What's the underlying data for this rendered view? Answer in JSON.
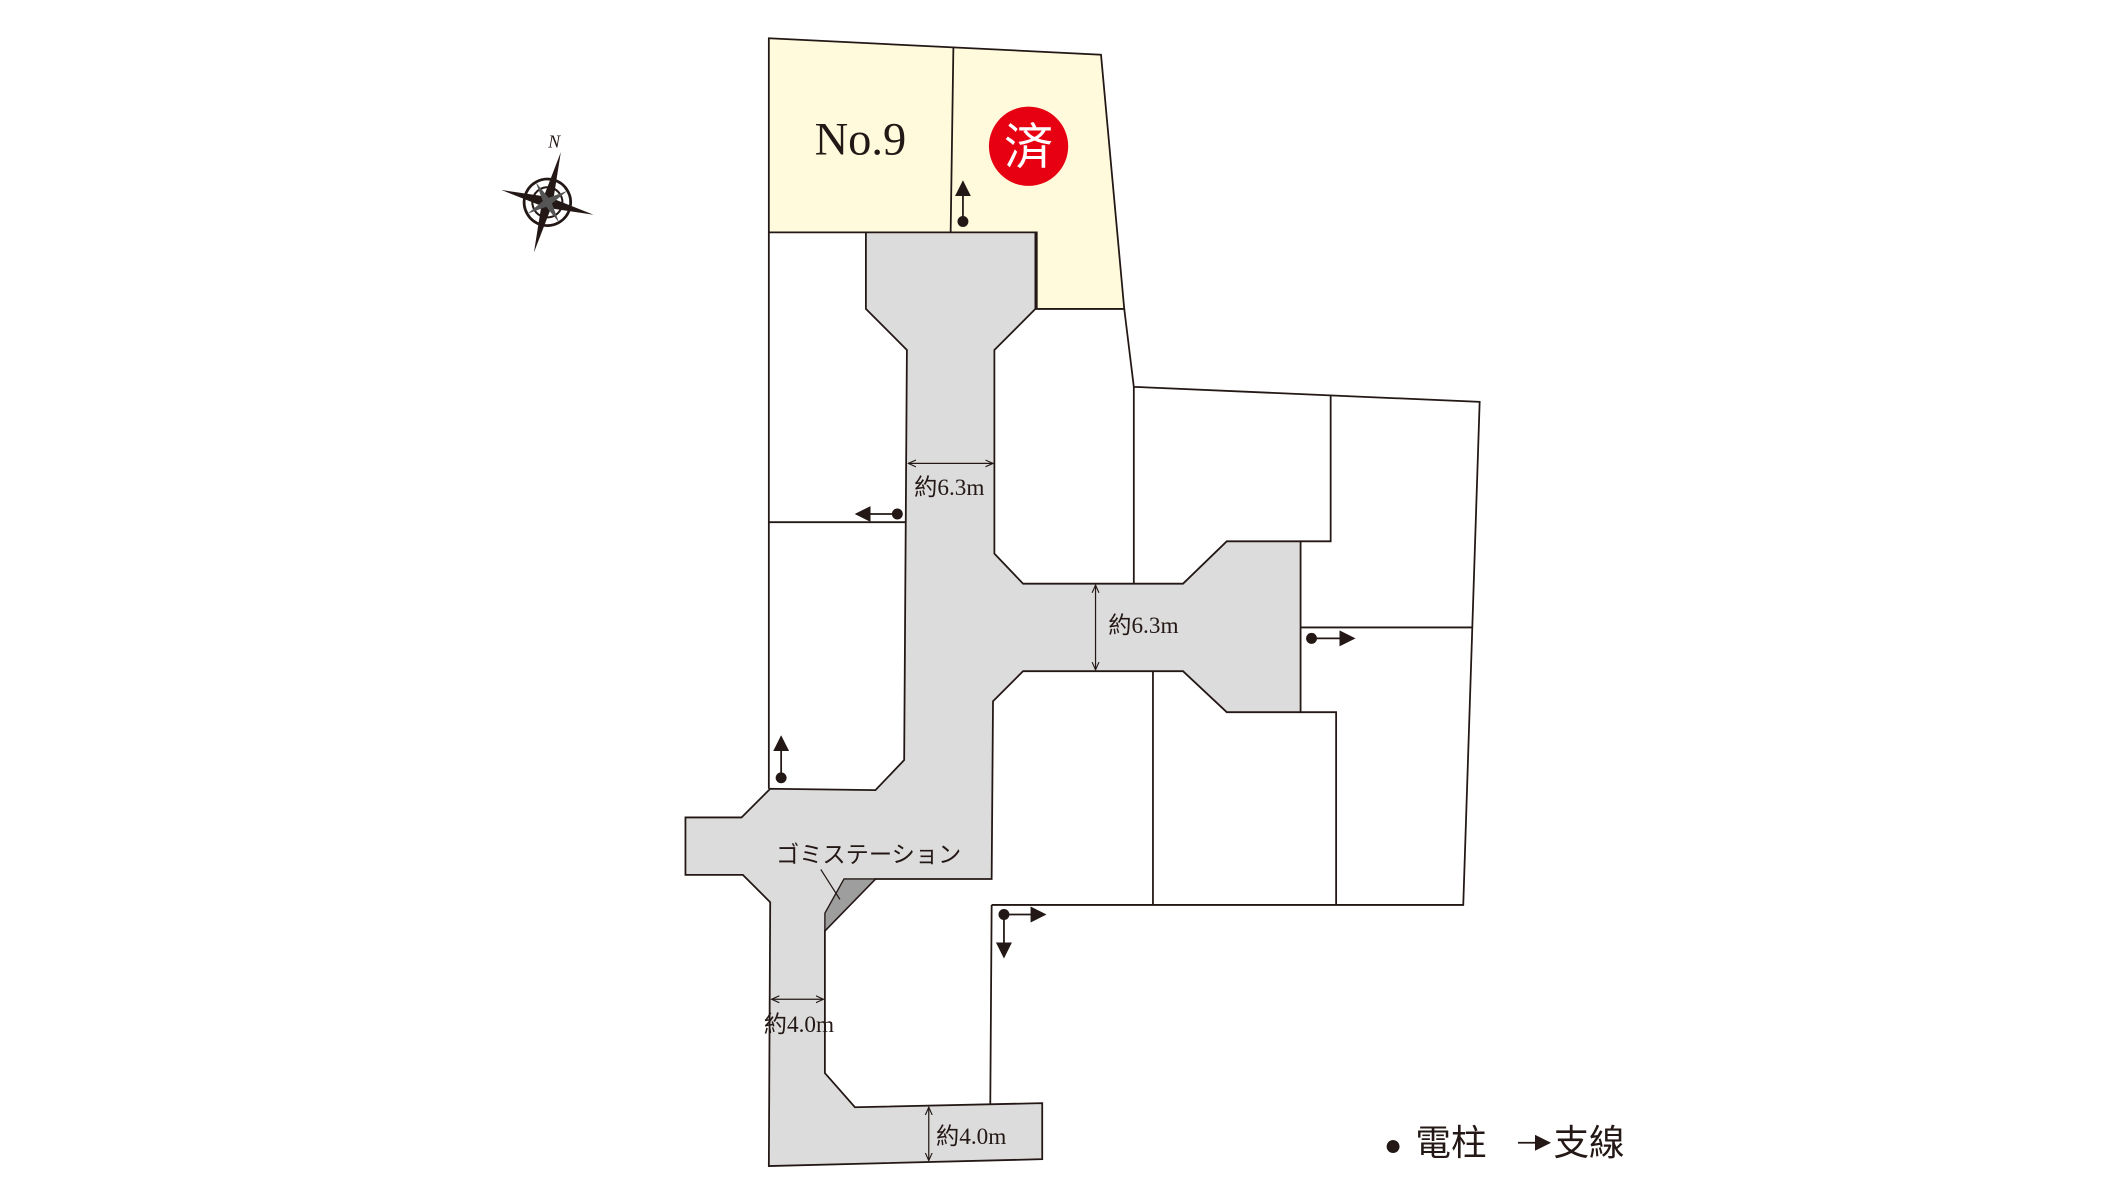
{
  "lot": {
    "number": "No.9",
    "sold_badge": "済",
    "fill_color": "#fffadc",
    "badge_color": "#e60012"
  },
  "road_color": "#dcdcdc",
  "compass": {
    "north_label": "N"
  },
  "dimensions": {
    "north_road_width": "約6.3m",
    "east_road_width": "約6.3m",
    "south_road_width": "約4.0m",
    "bottom_road_width": "約4.0m"
  },
  "garbage_station_label": "ゴミステーション",
  "legend": {
    "pole_symbol": "●",
    "pole_label": "電柱",
    "guy_wire_symbol": "→",
    "guy_wire_label": "支線"
  }
}
